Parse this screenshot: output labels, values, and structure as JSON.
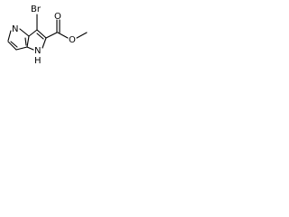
{
  "molecule": {
    "atoms": {
      "pyridine_n": "N",
      "bromine": "Br",
      "pyrrole_nh": "N",
      "pyrrole_h": "H",
      "carbonyl_o": "O",
      "ester_o": "O"
    },
    "colors": {
      "ink": "#000000",
      "background": "#ffffff"
    }
  }
}
